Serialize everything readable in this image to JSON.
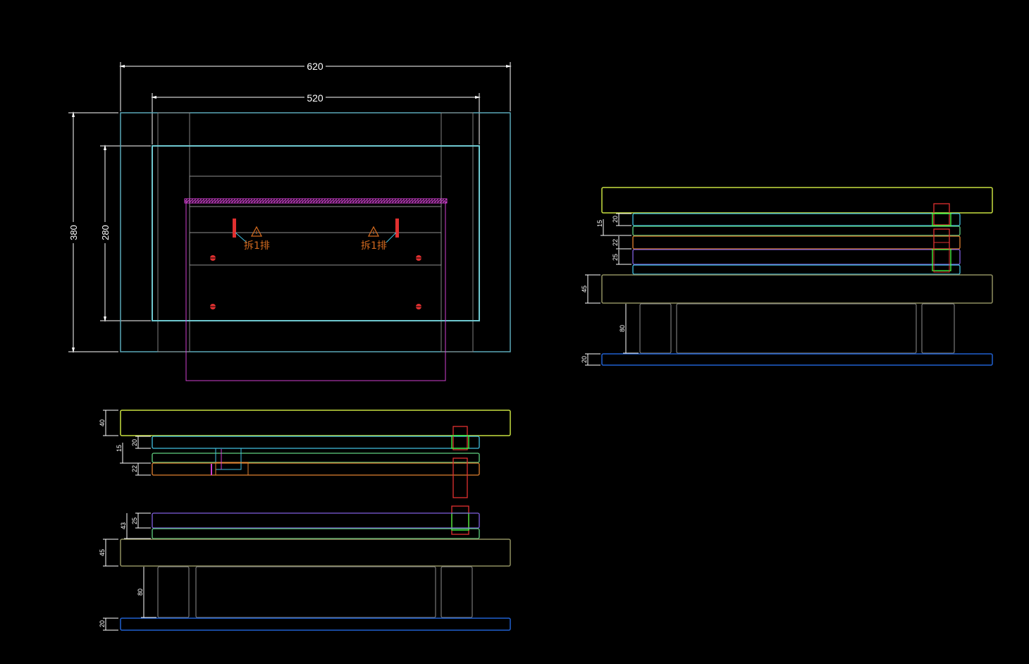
{
  "colors": {
    "background": "#000000",
    "dimension": "#ffffff",
    "outer_plate": "#5aa8b8",
    "inner_plate": "#6fc8d0",
    "gray": "#a0a0a0",
    "magenta": "#d040d0",
    "red": "#e03030",
    "orange_text": "#d2691e",
    "yellow_green": "#c8e040",
    "cyan": "#40c0e0",
    "green": "#60d080",
    "orange": "#e08030",
    "purple": "#8060e0",
    "olive": "#909060",
    "blue": "#2060d0",
    "bright_green": "#40ff40"
  },
  "top_view": {
    "dim_width_outer": "620",
    "dim_width_inner": "520",
    "dim_height_outer": "380",
    "dim_height_inner": "280",
    "note_left": "拆1排",
    "note_right": "拆1排"
  },
  "front_view": {
    "dims": [
      "40",
      "20",
      "15",
      "22",
      "25",
      "43",
      "45",
      "80",
      "20"
    ]
  },
  "side_view": {
    "dims": [
      "15",
      "20",
      "22",
      "25",
      "45",
      "80",
      "20"
    ]
  }
}
